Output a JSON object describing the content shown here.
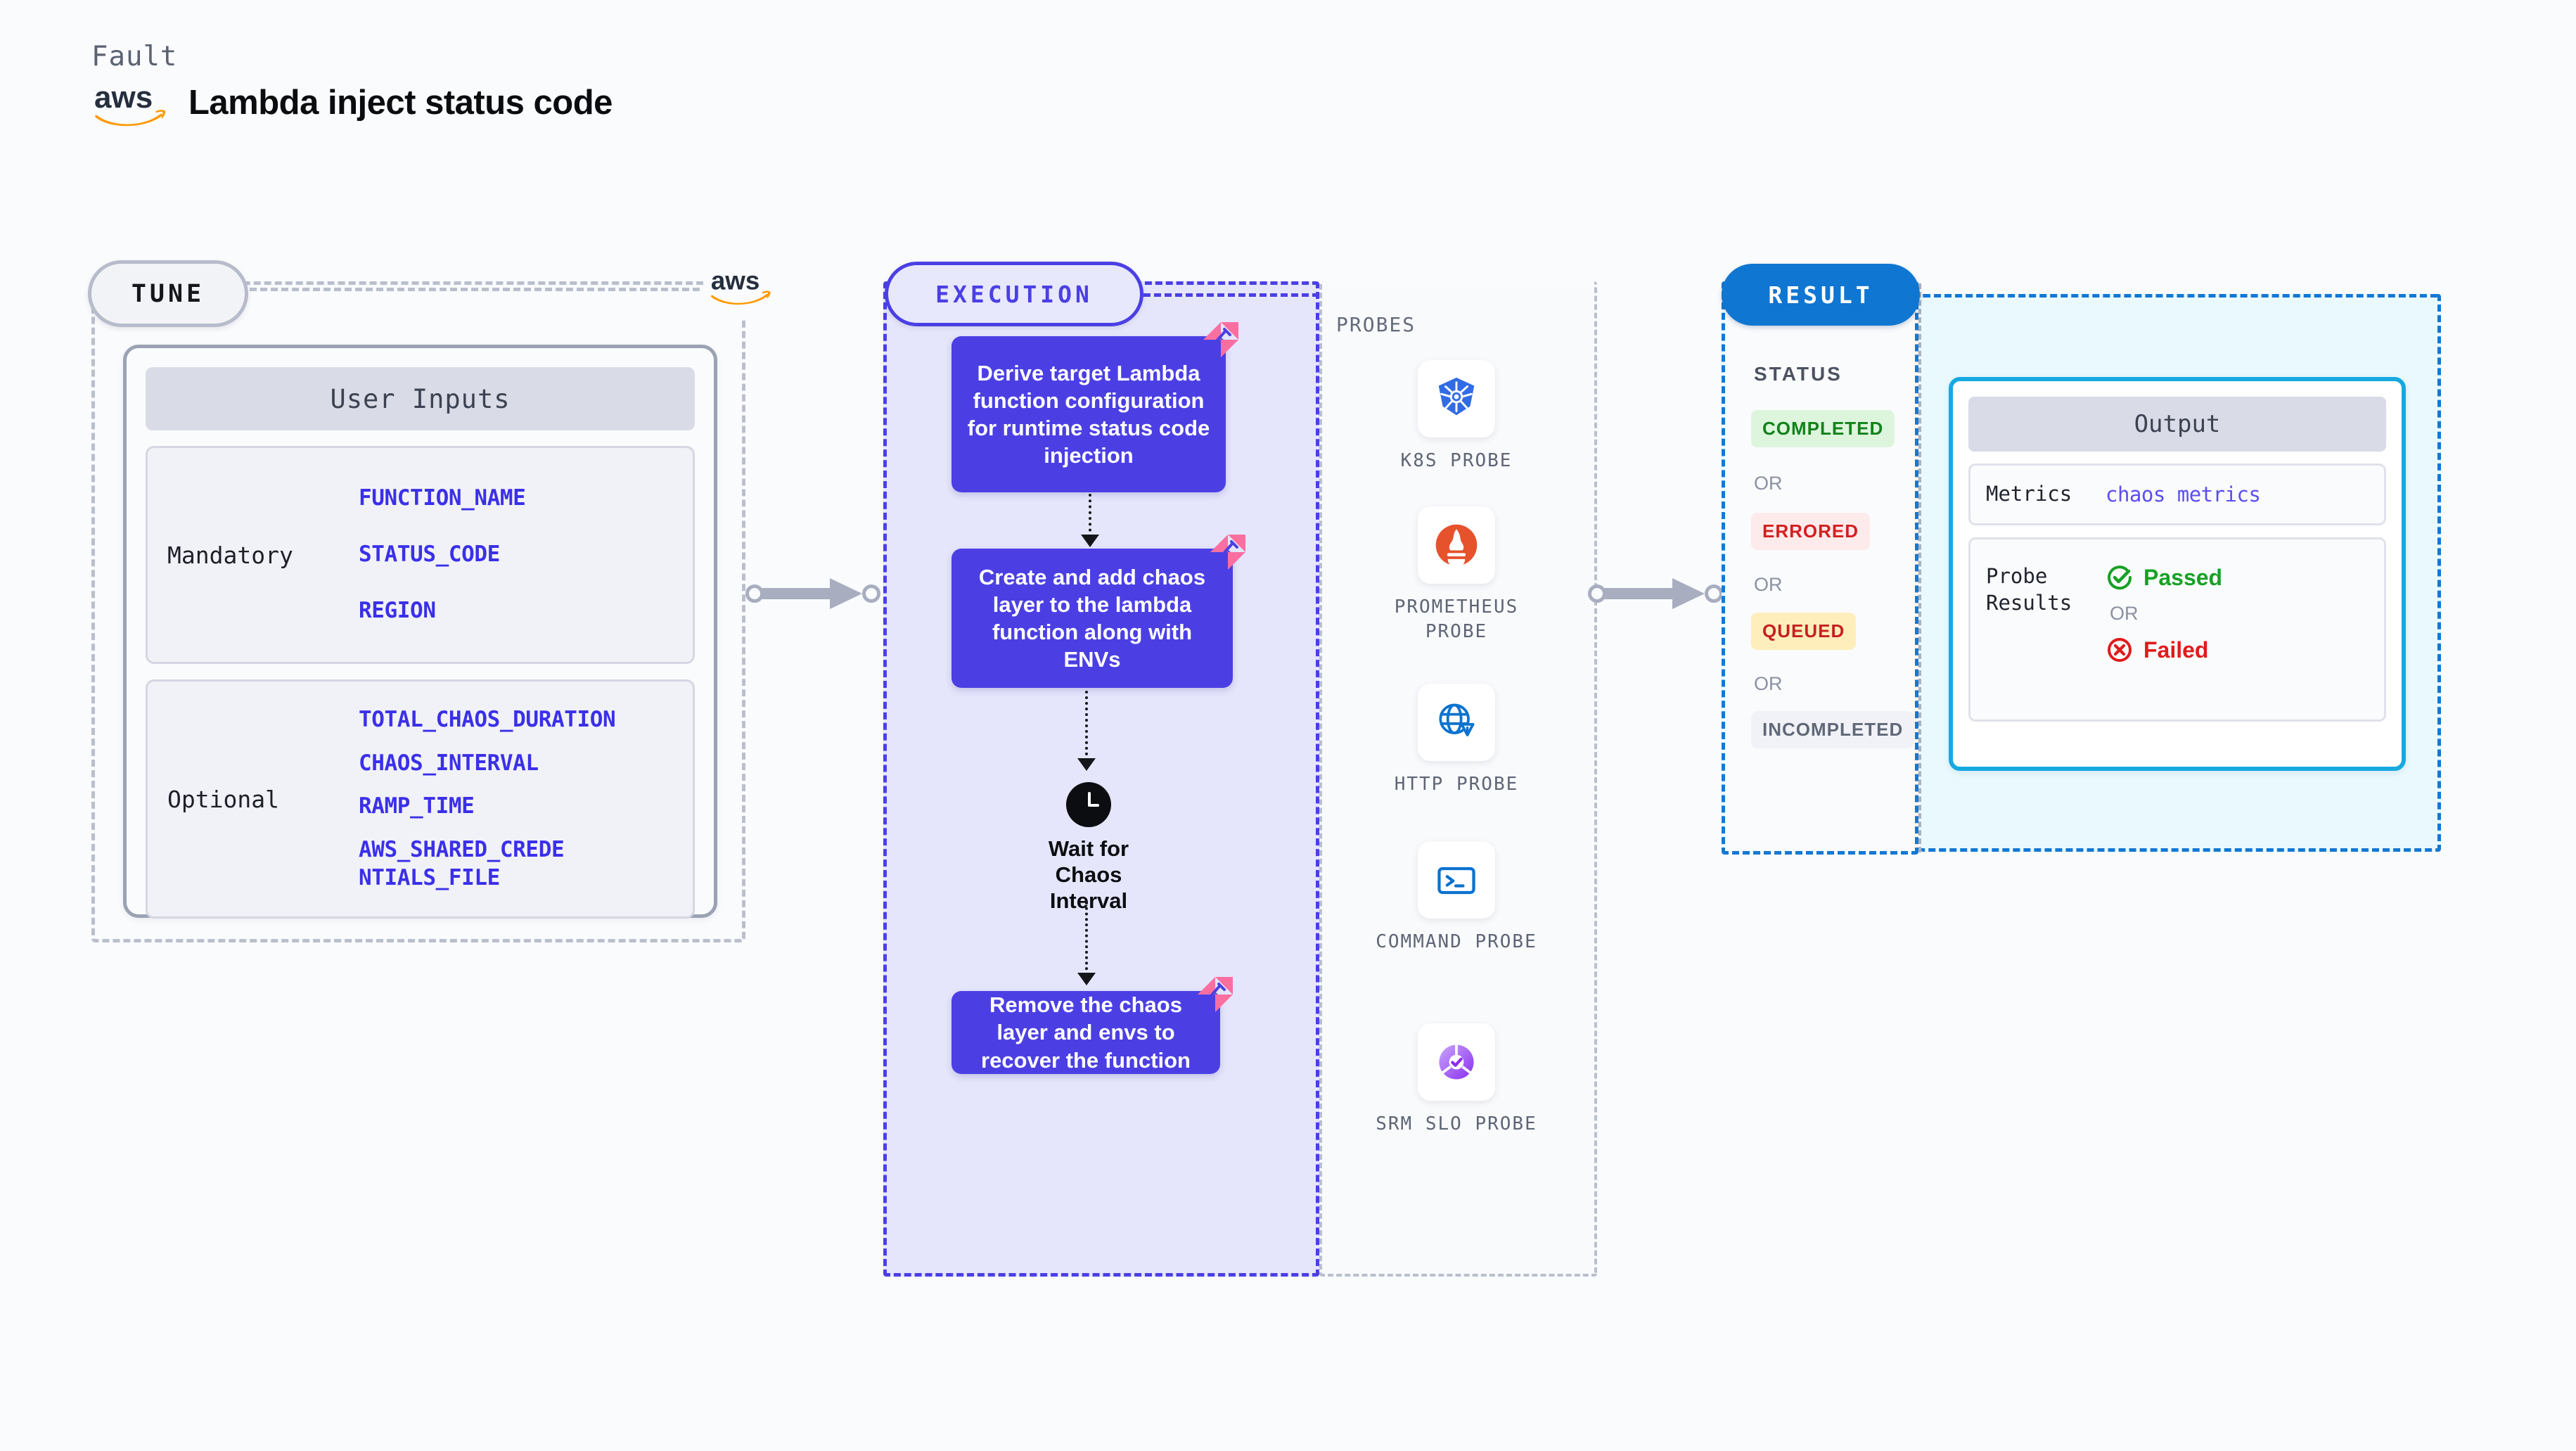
{
  "header": {
    "kicker": "Fault",
    "logo": "aws-logo",
    "title": "Lambda inject status code"
  },
  "tune": {
    "badge": "TUNE",
    "card_title": "User Inputs",
    "groups": [
      {
        "label": "Mandatory",
        "params": [
          "FUNCTION_NAME",
          "STATUS_CODE",
          "REGION"
        ]
      },
      {
        "label": "Optional",
        "params": [
          "TOTAL_CHAOS_DURATION",
          "CHAOS_INTERVAL",
          "RAMP_TIME",
          "AWS_SHARED_CREDENTIALS_FILE"
        ]
      }
    ]
  },
  "execution": {
    "badge": "EXECUTION",
    "steps": [
      {
        "text": "Derive target Lambda function configuration for runtime status code injection",
        "ribbon": "chaos-ribbon-icon"
      },
      {
        "text": "Create and add chaos layer to the lambda function along with ENVs",
        "ribbon": "chaos-ribbon-icon"
      }
    ],
    "wait": {
      "icon": "clock-icon",
      "label": "Wait for Chaos Interval"
    },
    "final_step": {
      "text": "Remove the chaos layer and envs to recover the function",
      "ribbon": "chaos-ribbon-icon"
    }
  },
  "probes": {
    "title": "PROBES",
    "items": [
      {
        "label": "K8S PROBE",
        "icon": "kubernetes-icon"
      },
      {
        "label": "PROMETHEUS PROBE",
        "icon": "prometheus-icon"
      },
      {
        "label": "HTTP PROBE",
        "icon": "http-globe-icon"
      },
      {
        "label": "COMMAND PROBE",
        "icon": "terminal-icon"
      },
      {
        "label": "SRM SLO PROBE",
        "icon": "srm-slo-icon"
      }
    ]
  },
  "result": {
    "badge": "RESULT",
    "status_title": "STATUS",
    "or_label": "OR",
    "statuses": [
      {
        "label": "COMPLETED",
        "bg": "#ddf5dd",
        "fg": "#13821a"
      },
      {
        "label": "ERRORED",
        "bg": "#fdeaea",
        "fg": "#d22020"
      },
      {
        "label": "QUEUED",
        "bg": "#fdeebc",
        "fg": "#c62020"
      },
      {
        "label": "INCOMPLETED",
        "bg": "#f1f2f7",
        "fg": "#606878"
      }
    ]
  },
  "output": {
    "title": "Output",
    "metrics_key": "Metrics",
    "metrics_value": "chaos metrics",
    "probe_results_key": "Probe Results",
    "or_label": "OR",
    "passed": {
      "label": "Passed",
      "color": "#17a124",
      "icon": "check-circle-icon"
    },
    "failed": {
      "label": "Failed",
      "color": "#e01b1b",
      "icon": "x-circle-icon"
    }
  },
  "colors": {
    "accent_purple": "#4b3fe4",
    "accent_blue": "#0f76d1",
    "accent_cyan": "#16a9e0",
    "ribbon_pink": "#fb6fa0",
    "aws_orange": "#f90",
    "canvas_bg": "#fafbfd"
  }
}
